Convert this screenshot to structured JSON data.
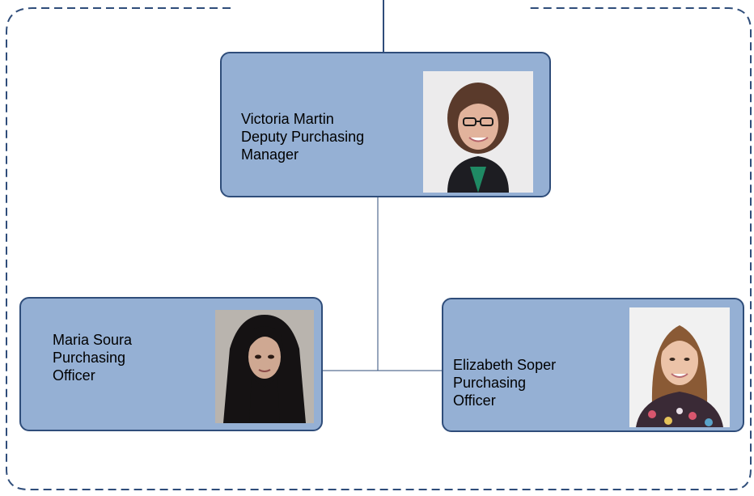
{
  "colors": {
    "card_fill": "#95b0d4",
    "card_border": "#2f4d7a",
    "connector": "#2f4d7a",
    "group_border": "#2f4d7a"
  },
  "manager": {
    "name": "Victoria Martin",
    "title_line1": "Deputy Purchasing",
    "title_line2": "Manager",
    "photo_icon": "person-photo"
  },
  "reports": [
    {
      "name": "Maria Soura",
      "title_line1": "Purchasing",
      "title_line2": "Officer",
      "photo_icon": "person-photo"
    },
    {
      "name": "Elizabeth Soper",
      "title_line1": "Purchasing",
      "title_line2": "Officer",
      "photo_icon": "person-photo"
    }
  ]
}
